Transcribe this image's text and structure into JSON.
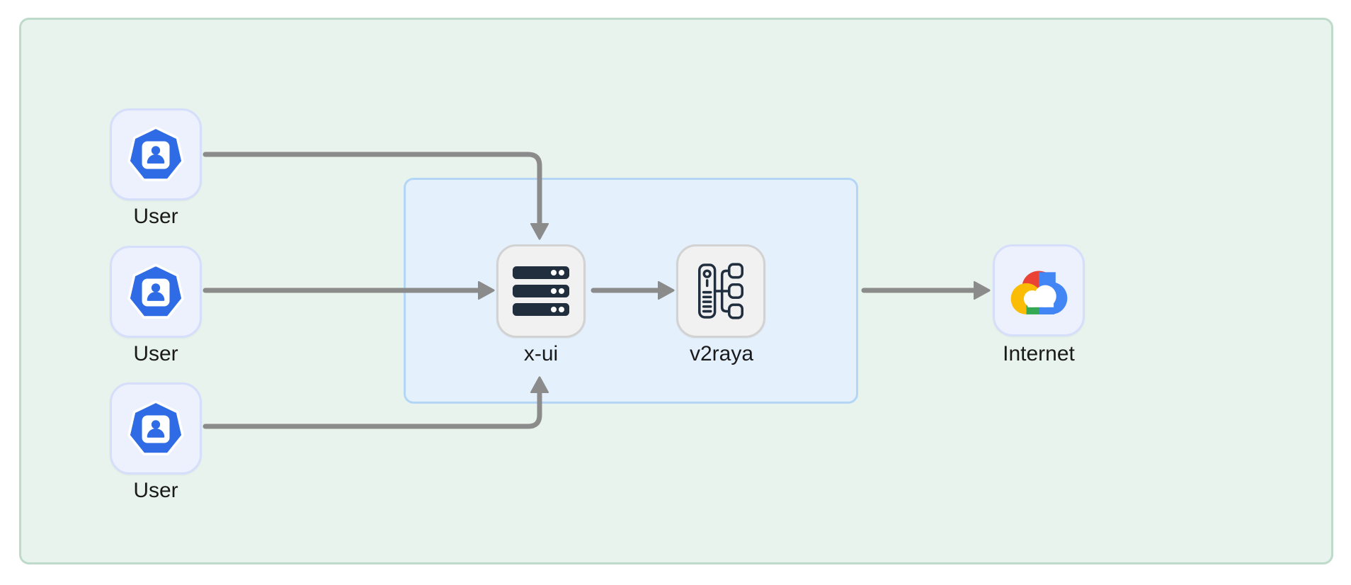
{
  "diagram": {
    "nodes": {
      "user1": {
        "label": "User",
        "icon": "user-badge-icon"
      },
      "user2": {
        "label": "User",
        "icon": "user-badge-icon"
      },
      "user3": {
        "label": "User",
        "icon": "user-badge-icon"
      },
      "xui": {
        "label": "x-ui",
        "icon": "server-stack-icon"
      },
      "v2raya": {
        "label": "v2raya",
        "icon": "server-tree-icon"
      },
      "internet": {
        "label": "Internet",
        "icon": "google-cloud-icon"
      }
    },
    "containers": {
      "outer": {
        "description": "green rounded container enclosing whole diagram"
      },
      "inner": {
        "description": "blue rounded container enclosing x-ui and v2raya"
      }
    },
    "edges": [
      {
        "id": "user1-to-xui",
        "from": "User",
        "to": "x-ui",
        "style": "elbow-down-arrow"
      },
      {
        "id": "user2-to-xui",
        "from": "User",
        "to": "x-ui",
        "style": "straight-right-arrow"
      },
      {
        "id": "user3-to-xui",
        "from": "User",
        "to": "x-ui",
        "style": "elbow-up-arrow"
      },
      {
        "id": "xui-to-v2raya",
        "from": "x-ui",
        "to": "v2raya",
        "style": "straight-right-arrow"
      },
      {
        "id": "group-to-internet",
        "from": "inner-container",
        "to": "Internet",
        "style": "straight-right-arrow"
      }
    ],
    "colors": {
      "page_bg": "#ffffff",
      "outer_fill": "#e8f3ed",
      "outer_border": "#bedacb",
      "inner_fill": "#e4f0fc",
      "inner_border": "#b4d6f6",
      "node_user_fill": "#edf1fd",
      "node_user_border": "#d5defb",
      "node_server_fill": "#f1f1f2",
      "node_server_border": "#d2d2d2",
      "edge": "#8b8b8b",
      "label_text": "#1a1a1a",
      "icon_navy": "#212e3e",
      "icon_blue": "#2f6be4",
      "gcloud_red": "#ea4335",
      "gcloud_blue": "#4285f4",
      "gcloud_yellow": "#fbbc05",
      "gcloud_green": "#34a853"
    }
  }
}
